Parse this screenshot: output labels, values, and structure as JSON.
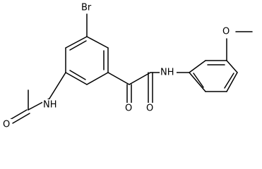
{
  "molecule": {
    "atom_labels": {
      "bromine": "Br",
      "acetamide_nh": "NH",
      "acetyl_oxygen": "O",
      "amide_nh": "NH",
      "keto_oxygen": "O",
      "amide_oxygen": "O",
      "methoxy_oxygen": "O"
    }
  },
  "colors": {
    "bond": "#000000",
    "label": "#000000",
    "background": "#ffffff"
  }
}
